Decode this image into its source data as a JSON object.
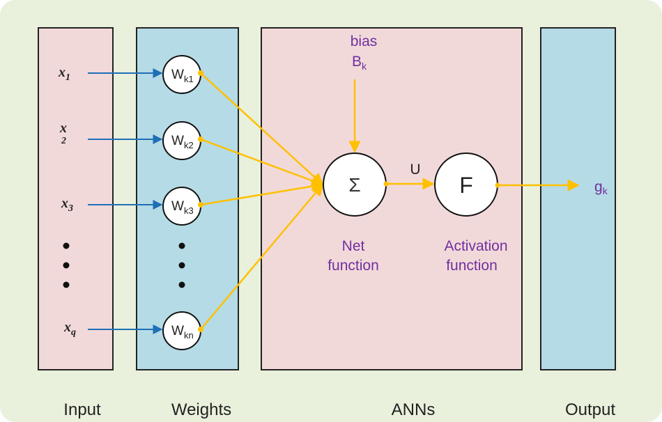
{
  "colors": {
    "background": "#e9f0dc",
    "pink_panel": "#f2d9d9",
    "blue_panel": "#b5dbe6",
    "yellow": "#ffc000",
    "blue_arrow": "#1f6fb6",
    "purple_text": "#7030a0"
  },
  "inputs": [
    {
      "base": "x",
      "sub": "1"
    },
    {
      "base": "x",
      "sub": "2"
    },
    {
      "base": "x",
      "sub": "3"
    },
    {
      "base": "x",
      "sub": "q"
    }
  ],
  "weights": [
    {
      "base": "W",
      "sub": "k1"
    },
    {
      "base": "W",
      "sub": "k2"
    },
    {
      "base": "W",
      "sub": "k3"
    },
    {
      "base": "W",
      "sub": "kn"
    }
  ],
  "bias": {
    "label": "bias",
    "base": "B",
    "sub": "k"
  },
  "net": {
    "symbol": "Σ",
    "line1": "Net",
    "line2": "function"
  },
  "u_label": "U",
  "activation": {
    "symbol": "F",
    "line1": "Activation",
    "line2": "function"
  },
  "output": {
    "base": "g",
    "sub": "k"
  },
  "columns": {
    "input": "Input",
    "weights": "Weights",
    "anns": "ANNs",
    "output": "Output"
  }
}
